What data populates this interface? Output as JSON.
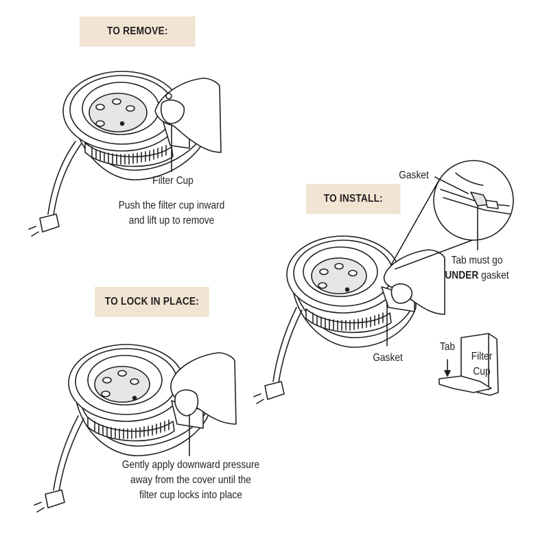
{
  "headers": {
    "remove": "TO REMOVE:",
    "install": "TO INSTALL:",
    "lock": "TO LOCK IN PLACE:"
  },
  "remove": {
    "callout": "Filter Cup",
    "instruction_line1": "Push the filter cup inward",
    "instruction_line2": "and lift up to remove"
  },
  "install": {
    "gasket_top": "Gasket",
    "tab_note_line1": "Tab must go",
    "tab_note_bold": "UNDER",
    "tab_note_rest": " gasket",
    "gasket_bottom": "Gasket",
    "tab": "Tab",
    "filter_line1": "Filter",
    "filter_line2": "Cup"
  },
  "lock": {
    "instruction_line1": "Gently apply downward pressure",
    "instruction_line2": "away from the cover until the",
    "instruction_line3": "filter cup locks into place"
  },
  "colors": {
    "header_bg": "#f1e4d3",
    "line": "#231f20",
    "background": "#ffffff"
  }
}
